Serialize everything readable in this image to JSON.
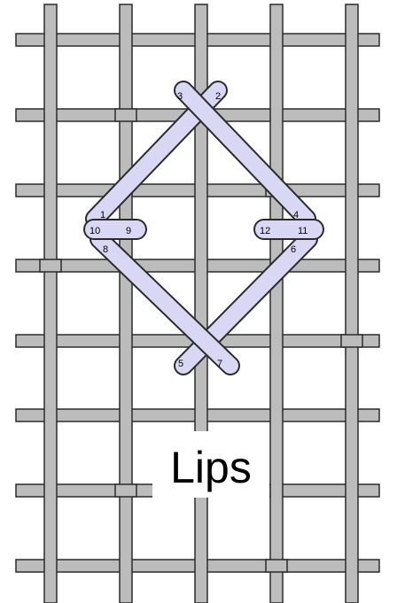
{
  "caption": "Lips",
  "stitch_numbers": [
    "1",
    "2",
    "3",
    "4",
    "5",
    "6",
    "7",
    "8",
    "9",
    "10",
    "11",
    "12"
  ],
  "colors": {
    "canvas_thread": "#bcbcbc",
    "thread_outline": "#2b2b2b",
    "stitch_fill": "#d8d8f4",
    "background": "#ffffff"
  }
}
